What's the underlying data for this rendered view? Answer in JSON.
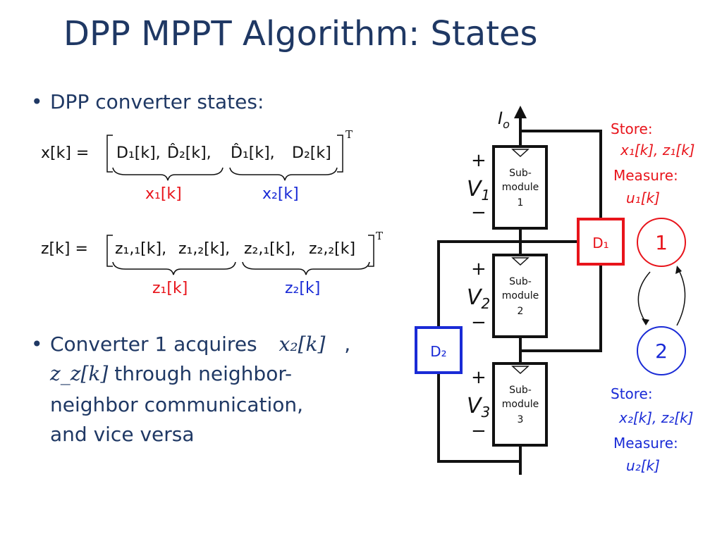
{
  "slide": {
    "title": "DPP MPPT Algorithm: States",
    "bullets": [
      {
        "text": "DPP converter states:"
      },
      {
        "line1_a": "Converter 1 acquires",
        "line1_math": "x₂[k]",
        "line1_b": ",",
        "line2_math": "z_z[k]",
        "line2_b": " through neighbor-",
        "line3": "neighbor communication,",
        "line4": "and vice versa"
      }
    ]
  },
  "equations": {
    "x": {
      "lhs": "x[k] =",
      "terms": [
        "D₁[k], ",
        "D̂₂[k], ",
        "D̂₁[k], ",
        "D₂[k]"
      ],
      "transpose": "T",
      "brace1_label": "x₁[k]",
      "brace2_label": "x₂[k]"
    },
    "z": {
      "lhs": "z[k] =",
      "terms": [
        "z₁,₁[k], ",
        "z₁,₂[k], ",
        "z₂,₁[k], ",
        "z₂,₂[k]"
      ],
      "transpose": "T",
      "brace1_label": "z₁[k]",
      "brace2_label": "z₂[k]"
    }
  },
  "diagram": {
    "current_label": "I",
    "current_sub": "o",
    "modules": [
      {
        "line1": "Sub-",
        "line2": "module",
        "line3": "1",
        "voltage": "V",
        "vsub": "1"
      },
      {
        "line1": "Sub-",
        "line2": "module",
        "line3": "2",
        "voltage": "V",
        "vsub": "2"
      },
      {
        "line1": "Sub-",
        "line2": "module",
        "line3": "3",
        "voltage": "V",
        "vsub": "3"
      }
    ],
    "plus": "+",
    "minus": "−",
    "d1_label": "D₁",
    "d2_label": "D₂",
    "node1_label": "1",
    "node2_label": "2",
    "store1_title": "Store:",
    "store1_values": "x₁[k], z₁[k]",
    "measure1_title": "Measure:",
    "measure1_value": "u₁[k]",
    "store2_title": "Store:",
    "store2_values": "x₂[k], z₂[k]",
    "measure2_title": "Measure:",
    "measure2_value": "u₂[k]"
  },
  "colors": {
    "title": "#1f3864",
    "red": "#e8141b",
    "blue": "#1a2bd6",
    "black": "#111111"
  }
}
